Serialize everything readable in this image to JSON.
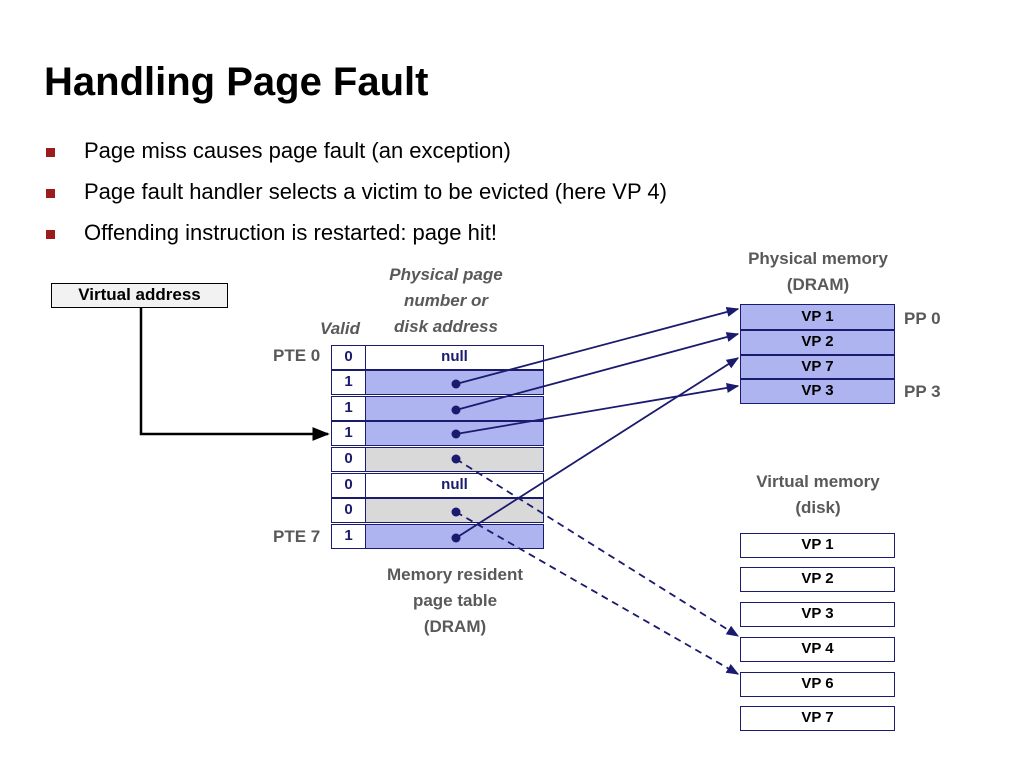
{
  "title": "Handling Page Fault",
  "bullets": [
    "Page miss causes page fault (an exception)",
    "Page fault handler selects a victim to be evicted (here VP 4)",
    "Offending instruction is restarted: page hit!"
  ],
  "virtual_address_label": "Virtual address",
  "page_table": {
    "header_valid": "Valid",
    "header_address": "Physical page number or disk address",
    "header_address_lines": [
      "Physical page",
      "number or",
      "disk address"
    ],
    "pte_first_label": "PTE 0",
    "pte_last_label": "PTE 7",
    "caption_lines": [
      "Memory resident",
      "page table",
      "(DRAM)"
    ],
    "entries": [
      {
        "valid": "0",
        "address": "null",
        "state": "unallocated"
      },
      {
        "valid": "1",
        "address": "",
        "state": "resident"
      },
      {
        "valid": "1",
        "address": "",
        "state": "resident"
      },
      {
        "valid": "1",
        "address": "",
        "state": "resident"
      },
      {
        "valid": "0",
        "address": "",
        "state": "on-disk"
      },
      {
        "valid": "0",
        "address": "null",
        "state": "unallocated"
      },
      {
        "valid": "0",
        "address": "",
        "state": "on-disk"
      },
      {
        "valid": "1",
        "address": "",
        "state": "resident"
      }
    ]
  },
  "physical_memory": {
    "title_lines": [
      "Physical memory",
      "(DRAM)"
    ],
    "pages": [
      "VP 1",
      "VP 2",
      "VP 7",
      "VP 3"
    ],
    "pp_first_label": "PP 0",
    "pp_last_label": "PP 3"
  },
  "virtual_memory": {
    "title_lines": [
      "Virtual memory",
      "(disk)"
    ],
    "pages": [
      "VP 1",
      "VP 2",
      "VP 3",
      "VP 4",
      "VP 6",
      "VP 7"
    ]
  },
  "colors": {
    "resident_fill": "#aeb4f0",
    "on_disk_fill": "#d9d9d9",
    "outline": "#1a1a6e",
    "bullet": "#9b1c1c"
  }
}
